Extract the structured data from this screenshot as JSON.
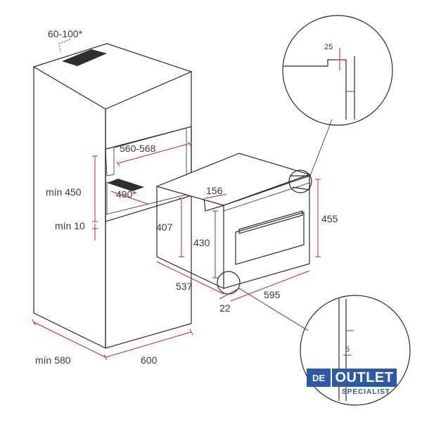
{
  "dimensions": {
    "vent_top": "60-100*",
    "niche_width": "560-568",
    "niche_height_min": "mín 450",
    "niche_depth": "490*",
    "niche_bottom_min": "mín 10",
    "oven_depth_top": "156",
    "oven_height_side": "407",
    "oven_height_inner": "430",
    "oven_height_front": "455",
    "oven_depth": "537",
    "oven_gap": "22",
    "oven_width": "595",
    "cabinet_depth_min": "mín 580",
    "cabinet_width": "600",
    "detail_top_gap": "25",
    "detail_bottom_gap": "5"
  },
  "logo": {
    "de": "DE",
    "outlet": "OUTLET",
    "specialist": "SPECIALIST"
  },
  "colors": {
    "dimension_line": "#c0262d",
    "outline": "#2b2b2b",
    "logo_blue": "#2b5aa8"
  }
}
